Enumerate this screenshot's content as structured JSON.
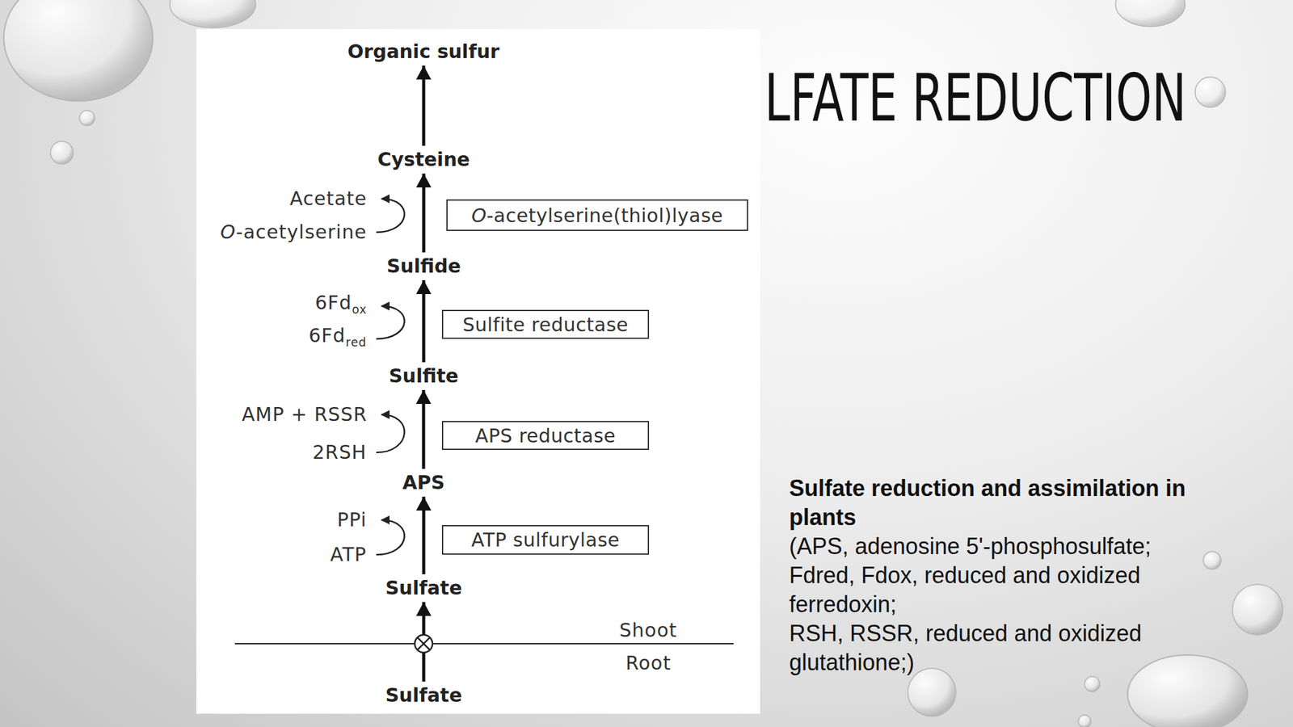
{
  "diagram": {
    "title": "LFATE REDUCTION",
    "caption": "Sulfate reduction and assimilation in plants",
    "nodes": [
      {
        "text": [
          "Organic sulfur"
        ]
      },
      {
        "text": [
          "Cysteine"
        ]
      },
      {
        "text": [
          "O-acetylserine(thiol)lyase"
        ]
      },
      {
        "text": [
          "Sulfide"
        ]
      },
      {
        "text": [
          "Sulfite reductase"
        ]
      },
      {
        "text": [
          "Sulfite"
        ]
      },
      {
        "text": [
          "APS reductase"
        ]
      },
      {
        "text": [
          "APS"
        ]
      },
      {
        "text": [
          "ATP sulfurylase"
        ]
      },
      {
        "text": [
          "Sulfate"
        ]
      },
      {
        "text": [
          "Sulfate"
        ]
      }
    ],
    "edges": [
      {
        "from": 10,
        "to": 9,
        "arrow": "to"
      },
      {
        "from": 9,
        "to": 7,
        "arrow": "to"
      },
      {
        "from": 7,
        "to": 5,
        "arrow": "to"
      },
      {
        "from": 5,
        "to": 3,
        "arrow": "to"
      },
      {
        "from": 3,
        "to": 1,
        "arrow": "to"
      },
      {
        "from": 1,
        "to": 0,
        "arrow": "to"
      }
    ],
    "labels": [
      "Acetate",
      "O-acetylserine",
      "6Fdox",
      "6Fdred",
      "AMP + RSSR",
      "2RSH",
      "PPi",
      "ATP",
      "Shoot",
      "Root",
      "(APS, adenosine 5'-phosphosulfate;",
      "Fdred, Fdox, reduced and oxidized ferredoxin;",
      "RSH, RSSR, reduced and oxidized glutathione;)"
    ]
  }
}
